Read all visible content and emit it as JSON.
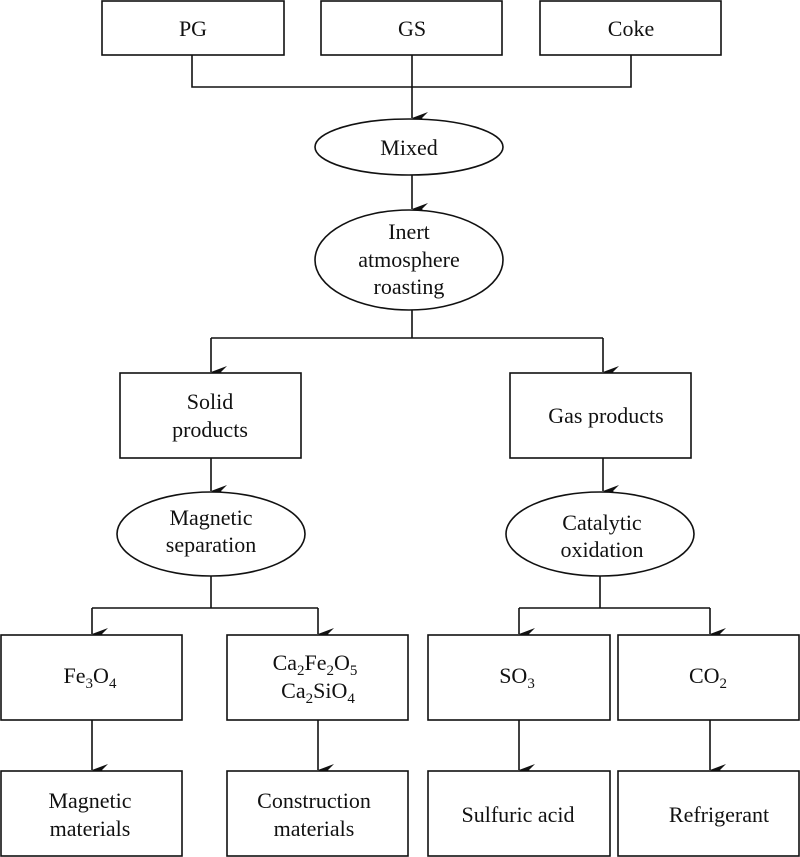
{
  "nodes": {
    "pg": {
      "label": "PG"
    },
    "gs": {
      "label": "GS"
    },
    "coke": {
      "label": "Coke"
    },
    "mixed": {
      "label": "Mixed"
    },
    "roasting": {
      "lines": [
        "Inert",
        "atmosphere",
        "roasting"
      ]
    },
    "solid": {
      "lines": [
        "Solid",
        "products"
      ]
    },
    "gas": {
      "label": "Gas products"
    },
    "magsep": {
      "lines": [
        "Magnetic",
        "separation"
      ]
    },
    "catox": {
      "lines": [
        "Catalytic",
        "oxidation"
      ]
    },
    "fe3o4": {
      "parts": [
        "Fe",
        "3",
        "O",
        "4"
      ]
    },
    "calcium": {
      "line1": [
        "Ca",
        "2",
        "Fe",
        "2",
        "O",
        "5"
      ],
      "line2": [
        "Ca",
        "2",
        "SiO",
        "4"
      ]
    },
    "so3": {
      "parts": [
        "SO",
        "3"
      ]
    },
    "co2": {
      "parts": [
        "CO",
        "2"
      ]
    },
    "magmat": {
      "lines": [
        "Magnetic",
        "materials"
      ]
    },
    "constmat": {
      "lines": [
        "Construction",
        "materials"
      ]
    },
    "sulfuric": {
      "label": "Sulfuric acid"
    },
    "refrigerant": {
      "label": "Refrigerant"
    }
  },
  "colors": {
    "stroke": "#111111",
    "fill": "#ffffff"
  }
}
